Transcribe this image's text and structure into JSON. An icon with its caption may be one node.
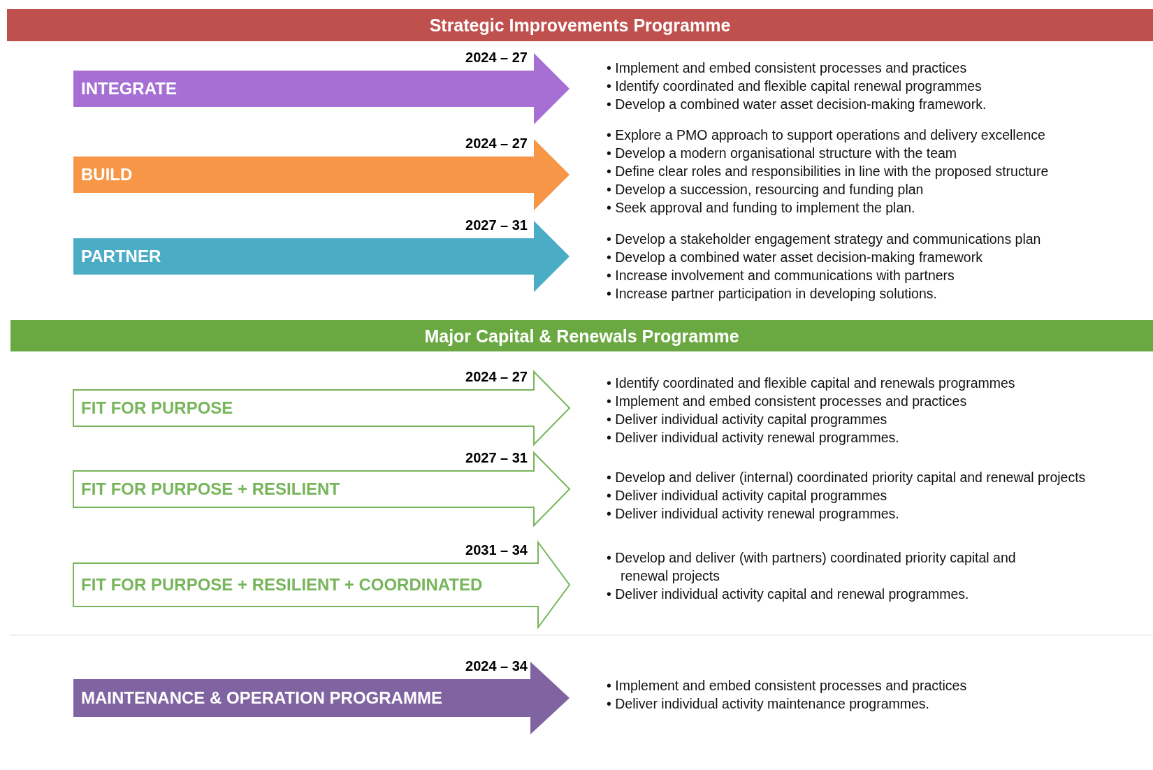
{
  "diagram": {
    "nodes": [
      {
        "text": [
          "Strategic Improvements Programme"
        ]
      },
      {
        "text": [
          "INTEGRATE"
        ],
        "beside": [
          "2024 – 27",
          "• Implement and embed consistent processes and practices",
          "• Identify coordinated and flexible capital renewal programmes",
          "• Develop a combined water asset decision-making framework."
        ]
      },
      {
        "text": [
          "BUILD"
        ],
        "beside": [
          "2024 – 27",
          "• Explore a PMO approach to support operations and delivery excellence",
          "• Develop a modern organisational structure with the team",
          "• Define clear roles and responsibilities in line with the proposed structure",
          "• Develop a succession, resourcing and funding plan",
          "• Seek approval and funding to implement the plan."
        ]
      },
      {
        "text": [
          "PARTNER"
        ],
        "beside": [
          "2027 – 31",
          "• Develop a stakeholder engagement strategy and communications plan",
          "• Develop a combined water asset decision-making framework",
          "• Increase involvement and communications with partners",
          "• Increase partner participation in developing solutions."
        ]
      },
      {
        "text": [
          "Major Capital & Renewals Programme"
        ]
      },
      {
        "text": [
          "FIT FOR PURPOSE"
        ],
        "beside": [
          "2024 – 27",
          "• Identify coordinated and flexible capital and renewals programmes",
          "• Implement and embed consistent processes and practices",
          "• Deliver individual activity capital programmes",
          "• Deliver individual activity renewal programmes."
        ]
      },
      {
        "text": [
          "FIT FOR PURPOSE + RESILIENT"
        ],
        "beside": [
          "2027 – 31",
          "• Develop and deliver (internal) coordinated priority capital and renewal projects",
          "• Deliver individual activity capital programmes",
          "• Deliver individual activity renewal programmes."
        ]
      },
      {
        "text": [
          "FIT FOR PURPOSE + RESILIENT + COORDINATED"
        ],
        "beside": [
          "2031 – 34",
          "• Develop and deliver (with partners) coordinated priority capital and renewal projects",
          "• Deliver individual activity capital and renewal programmes."
        ]
      },
      {
        "text": [
          "MAINTENANCE & OPERATION PROGRAMME"
        ],
        "beside": [
          "2024 – 34",
          "• Implement and embed consistent processes and practices",
          "• Deliver individual activity maintenance programmes."
        ]
      }
    ]
  }
}
